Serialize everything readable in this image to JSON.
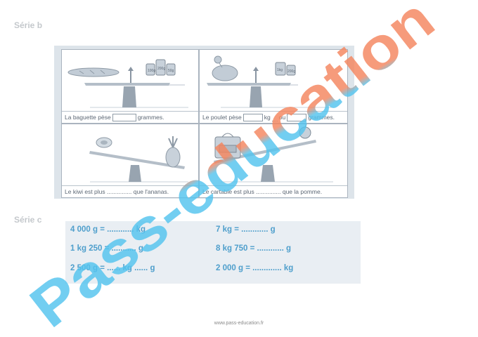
{
  "labels": {
    "serie_b": "Série b",
    "serie_c": "Série c"
  },
  "exercise_b": {
    "q1": {
      "a": "La baguette pèse",
      "b": "grammes."
    },
    "q2": {
      "a": "Le poulet pèse",
      "b": "kg",
      "c": "ou",
      "d": "grammes."
    },
    "q3": "Le kiwi est plus ............... que l'ananas.",
    "q4": "Le cartable est plus ............... que la pomme."
  },
  "weights": {
    "w100": "100g",
    "w200": "200g",
    "w50": "50g",
    "w1kg": "1kg",
    "w2kg": "200g"
  },
  "exercise_c": {
    "c1": "4 000 g = ............ kg",
    "c2": "1 kg 250 = ........... g",
    "c3": "2 500 g = ...... kg ...... g",
    "c4": "7 kg = ............ g",
    "c5": "8 kg 750 = ............ g",
    "c6": "2 000 g = ............. kg"
  },
  "footer": "www.pass-education.fr",
  "watermark": "Pass-education",
  "colors": {
    "watermark_blue": "#53c3ee",
    "watermark_orange": "#f4855e",
    "conversion_text": "#4f9fcc"
  }
}
